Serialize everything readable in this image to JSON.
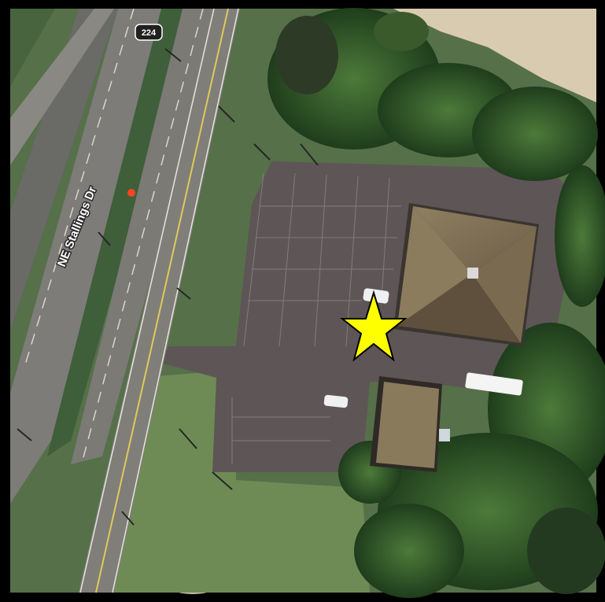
{
  "map": {
    "view": "satellite",
    "road_label": "NE Stallings Dr",
    "route_shield": "224",
    "marker": {
      "icon": "star-icon",
      "color": "#ffff00"
    },
    "poi_dot": {
      "color": "#ff4422"
    }
  }
}
